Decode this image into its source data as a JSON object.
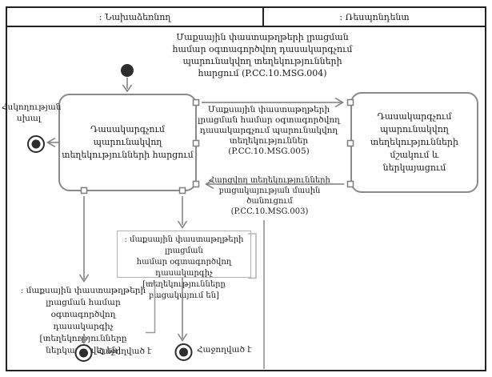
{
  "header": {
    "initiator_label": ": Նախաձեռնող",
    "respondent_label": ": Ռեսպոնդենտ"
  },
  "activities": {
    "initiator_activity": "Դասակարգչում\nպարունակվող\nտեղեկությունների հարցում",
    "respondent_activity": "Դասակարգչում\nպարունակվող\nտեղեկությունների մշակում և\nներկայացում"
  },
  "flows": {
    "request_msg004": "Մաքսային փաստաթղթերի լրացման\nհամար օգտագործվող դասակարգչում\nպարունակվող տեղեկությունների\nհարցում (P.CC.10.MSG.004)",
    "response_msg005": "Մաքսային փաստաթղթերի\nլրացման համար օգտագործվող\nդասակարգչում պարունակվող\nտեղեկություններ (P.CC.10.MSG.005)",
    "absence_msg003": "Հարցվող տեղեկությունների\nբացակայության մասին ծանուցում\n(P.CC.10.MSG.003)"
  },
  "objects": {
    "classifier_absent": ": մաքսային փաստաթղթերի լրացման\nհամար օգտագործվող դասակարգիչ\n[տեղեկությունները բացակայում են]",
    "classifier_presented": ": մաքսային փաստաթղթերի\nլրացման համար օգտագործվող\nդասակարգիչ [տեղեկությունները\nներկայացվել են]"
  },
  "terminals": {
    "control_error": "Հսկողության\nսխալ",
    "success_left": "Հաջողված է",
    "success_right": "Հաջողված է"
  },
  "colors": {
    "frame": "#222222",
    "activity_border": "#8a8a8a",
    "note_border": "#b3b3b3",
    "connector": "#7d7d7d",
    "node_fill": "#2d2d2d",
    "text": "#1a1a1a"
  }
}
